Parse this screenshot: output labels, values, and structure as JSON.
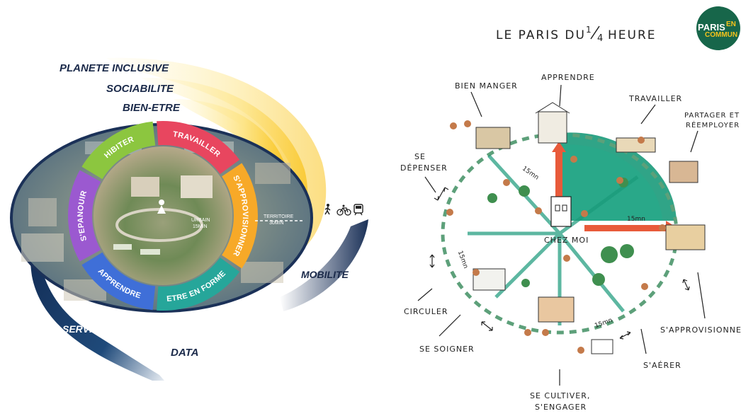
{
  "left_diagram": {
    "outer_labels": {
      "planete": "PLANETE INCLUSIVE",
      "sociabilite": "SOCIABILITE",
      "bienetre": "BIEN-ETRE",
      "services": "SERVICES",
      "data": "DATA",
      "mobilite": "MOBILITE"
    },
    "ring_segments": {
      "habiter": "HIBITER",
      "travailler": "TRAVAILLER",
      "approvisionner": "S'APPROVISIONNER",
      "etre_en_forme": "ETRE EN FORME",
      "apprendre": "APPRENDRE",
      "epanouir": "S'EPANOUIR"
    },
    "urbain_label": "URBAIN",
    "urbain_time": "15MIN",
    "territoire_label": "TERRITOIRE",
    "territoire_time": "30MIN",
    "colors": {
      "habiter": "#8cc63f",
      "travailler": "#e8465f",
      "approvisionner": "#f7a928",
      "etre_en_forme": "#26a69a",
      "apprendre": "#3f6fd8",
      "epanouir": "#9b59d0",
      "swoosh_dark": "#1b3158",
      "swoosh_yellow": "#f9c31b"
    }
  },
  "right_diagram": {
    "title_main": "LE PARIS DU",
    "title_fraction_num": "1",
    "title_fraction_den": "4",
    "title_end": "HEURE",
    "logo_line1": "PARIS",
    "logo_en": "EN",
    "logo_line2": "COMMUN",
    "center": "CHEZ MOI",
    "labels": {
      "bien_manger": "BIEN MANGER",
      "apprendre": "APPRENDRE",
      "travailler": "TRAVAILLER",
      "partager_1": "PARTAGER ET",
      "partager_2": "RÉEMPLOYER",
      "se_depenser_1": "SE",
      "se_depenser_2": "DÉPENSER",
      "circuler": "CIRCULER",
      "se_soigner": "SE SOIGNER",
      "se_cultiver_1": "SE CULTIVER,",
      "se_cultiver_2": "S'ENGAGER",
      "saerer": "S'AÉRER",
      "sapprovisionner": "S'APPROVISIONNER"
    },
    "minutes": "15mn",
    "colors": {
      "accent_green": "#1a9a7a",
      "arrow_red": "#e85a3a",
      "logo_bg": "#17664a",
      "logo_accent": "#f4c21c"
    }
  }
}
